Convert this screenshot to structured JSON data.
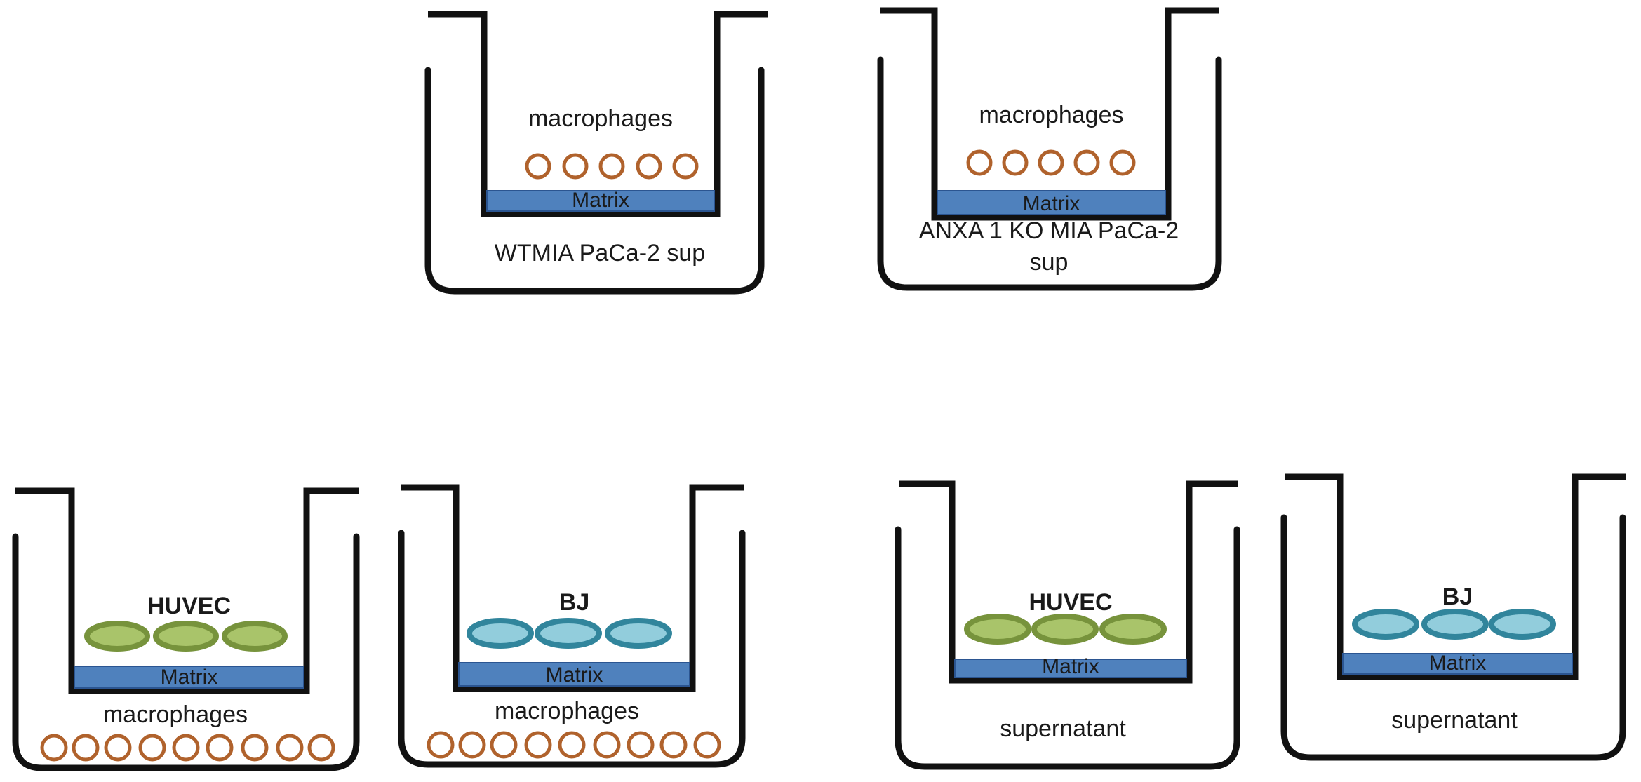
{
  "colors": {
    "wall": "#111111",
    "matrix_fill": "#4f81bd",
    "matrix_stroke": "#2b5591",
    "macrophage": "#b0622c",
    "huvec_stroke": "#77933c",
    "huvec_fill": "#a9c46a",
    "bj_stroke": "#31859c",
    "bj_fill": "#92cddc",
    "text": "#1a1a1a"
  },
  "icons": {
    "macrophage": "ring-icon",
    "huvec": "green-oval-icon",
    "bj": "blue-oval-icon"
  },
  "wells": [
    {
      "id": "well-wt-mia",
      "insert_cells_label": "macrophages",
      "matrix_label": "Matrix",
      "bottom_lines": [
        "WTMIA PaCa-2 sup"
      ]
    },
    {
      "id": "well-anxa1-ko",
      "insert_cells_label": "macrophages",
      "matrix_label": "Matrix",
      "bottom_lines": [
        "ANXA 1 KO MIA PaCa-2",
        "sup"
      ]
    },
    {
      "id": "well-huvec-macrophages",
      "insert_cells_label": "HUVEC",
      "matrix_label": "Matrix",
      "bottom_lines": [
        "macrophages"
      ]
    },
    {
      "id": "well-bj-macrophages",
      "insert_cells_label": "BJ",
      "matrix_label": "Matrix",
      "bottom_lines": [
        "macrophages"
      ]
    },
    {
      "id": "well-huvec-supernatant",
      "insert_cells_label": "HUVEC",
      "matrix_label": "Matrix",
      "bottom_lines": [
        "supernatant"
      ]
    },
    {
      "id": "well-bj-supernatant",
      "insert_cells_label": "BJ",
      "matrix_label": "Matrix",
      "bottom_lines": [
        "supernatant"
      ]
    }
  ]
}
